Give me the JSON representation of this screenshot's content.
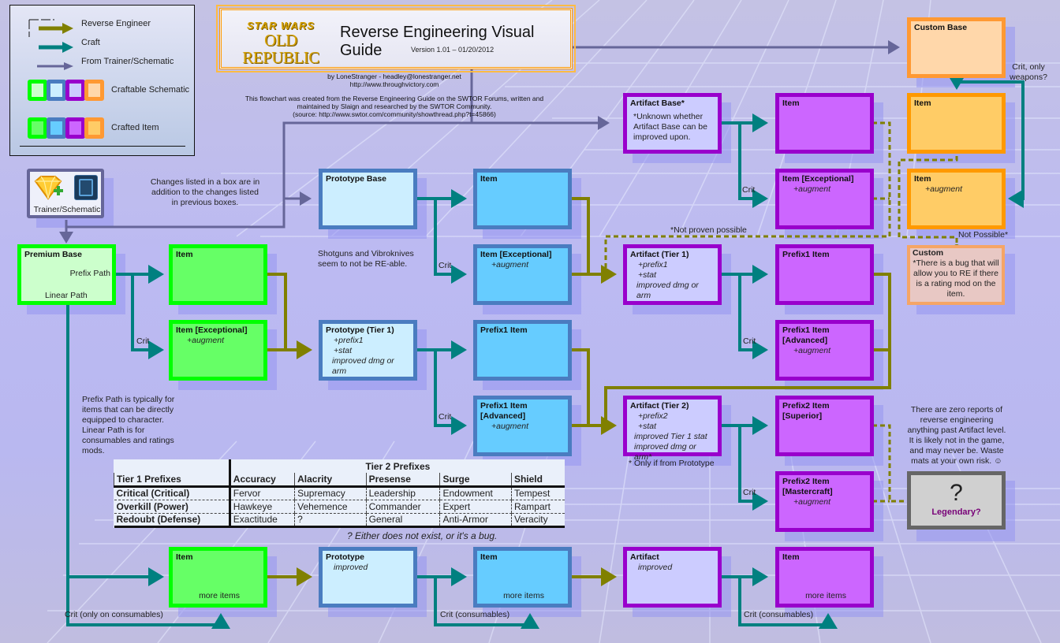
{
  "legend": {
    "items": [
      {
        "label": "Reverse Engineer",
        "color": "#808000"
      },
      {
        "label": "Craft",
        "color": "#008080"
      },
      {
        "label": "From Trainer/Schematic",
        "color": "#666699"
      }
    ],
    "craftable_schematic": "Craftable Schematic",
    "crafted_item": "Crafted Item",
    "tier_colors": {
      "green": {
        "border": "#00ff00",
        "schematic": "#ccffcc",
        "item": "#66ff66"
      },
      "blue": {
        "border": "#4a7cc0",
        "schematic": "#cceeff",
        "item": "#66ccff"
      },
      "purple": {
        "border": "#9900cc",
        "schematic": "#ccccff",
        "item": "#cc66ff"
      },
      "orange": {
        "border": "#ff9933",
        "schematic": "#ffd7aa",
        "item": "#ffcc66"
      }
    }
  },
  "header": {
    "logo_top": "STAR WARS",
    "logo_bottom": "OLD REPUBLIC",
    "title": "Reverse Engineering Visual Guide",
    "version": "Version 1.01 – 01/20/2012",
    "credits_1": "by LoneStranger - headley@lonestranger.net",
    "credits_2": "http://www.throughvictory.com",
    "source_1": "This flowchart was created from the Reverse Engineering Guide on the SWTOR Forums, written and",
    "source_2": "maintained by Slaign and researched by the SWTOR Community.",
    "source_3": "(source: http://www.swtor.com/community/showthread.php?t=45866)"
  },
  "trainer": {
    "label": "Trainer/Schematic"
  },
  "notes": {
    "changes": "Changes listed in a box are in addition to the changes listed in previous boxes.",
    "shotguns": "Shotguns and Vibroknives seem to not be RE-able.",
    "paths": "Prefix Path is typically for items that can be directly equipped to character. Linear Path is for consumables and ratings mods.",
    "not_proven": "*Not proven possible",
    "only_prototype": "* Only if from Prototype",
    "not_possible": "Not Possible*",
    "crit_weapons": "Crit, only weapons?",
    "zero_reports": "There are zero reports of reverse engineering anything past Artifact level. It is likely not in the game, and may never be. Waste mats at your own risk. ☺"
  },
  "edge_labels": {
    "crit": "Crit",
    "crit_consumables_only": "Crit (only on consumables)",
    "crit_consumables": "Crit (consumables)"
  },
  "nodes": {
    "premium_base": {
      "title": "Premium Base",
      "prefix_path": "Prefix Path",
      "linear_path": "Linear Path"
    },
    "green_item": {
      "title": "Item"
    },
    "green_exceptional": {
      "title": "Item [Exceptional]",
      "sub": "+augment"
    },
    "prototype_base": {
      "title": "Prototype Base"
    },
    "blue_item": {
      "title": "Item"
    },
    "blue_exceptional": {
      "title": "Item [Exceptional]",
      "sub": "+augment"
    },
    "prototype_t1": {
      "title": "Prototype (Tier 1)",
      "lines": [
        "+prefix1",
        "+stat",
        "improved dmg or arm"
      ]
    },
    "blue_prefix1": {
      "title": "Prefix1 Item"
    },
    "blue_prefix1_adv": {
      "title": "Prefix1 Item",
      "title2": "[Advanced]",
      "sub": "+augment"
    },
    "artifact_base": {
      "title": "Artifact Base*",
      "note": "*Unknown whether Artifact Base can be improved upon."
    },
    "purple_item": {
      "title": "Item"
    },
    "purple_exceptional": {
      "title": "Item [Exceptional]",
      "sub": "+augment"
    },
    "artifact_t1": {
      "title": "Artifact (Tier 1)",
      "lines": [
        "+prefix1",
        "+stat",
        "improved dmg or arm"
      ]
    },
    "purple_prefix1": {
      "title": "Prefix1 Item"
    },
    "purple_prefix1_adv": {
      "title": "Prefix1 Item",
      "title2": "[Advanced]",
      "sub": "+augment"
    },
    "artifact_t2": {
      "title": "Artifact (Tier 2)",
      "lines": [
        "+prefix2",
        "+stat",
        "improved Tier 1 stat",
        "improved dmg or arm*"
      ]
    },
    "prefix2_superior": {
      "title": "Prefix2 Item",
      "title2": "[Superior]"
    },
    "prefix2_mastercraft": {
      "title": "Prefix2 Item",
      "title2": "[Mastercraft]",
      "sub": "+augment"
    },
    "custom_base": {
      "title": "Custom Base"
    },
    "orange_item": {
      "title": "Item"
    },
    "orange_augment": {
      "title": "Item",
      "sub": "+augment"
    },
    "custom": {
      "title": "Custom",
      "note": "*There is a bug that will allow you to RE if there is a rating mod on the item."
    },
    "legendary": {
      "mark": "?",
      "title": "Legendary?"
    },
    "linear_green_item": {
      "title": "Item",
      "more": "more items"
    },
    "linear_prototype": {
      "title": "Prototype",
      "sub": "improved"
    },
    "linear_blue_item": {
      "title": "Item",
      "more": "more items"
    },
    "linear_artifact": {
      "title": "Artifact",
      "sub": "improved"
    },
    "linear_purple_item": {
      "title": "Item",
      "more": "more items"
    }
  },
  "prefix_table": {
    "group_header": "Tier 2 Prefixes",
    "row_header": "Tier 1 Prefixes",
    "columns": [
      "Accuracy",
      "Alacrity",
      "Presense",
      "Surge",
      "Shield"
    ],
    "rows": [
      {
        "tier1": "Critical (Critical)",
        "values": [
          "Fervor",
          "Supremacy",
          "Leadership",
          "Endowment",
          "Tempest"
        ]
      },
      {
        "tier1": "Overkill (Power)",
        "values": [
          "Hawkeye",
          "Vehemence",
          "Commander",
          "Expert",
          "Rampart"
        ]
      },
      {
        "tier1": "Redoubt (Defense)",
        "values": [
          "Exactitude",
          "?",
          "General",
          "Anti-Armor",
          "Veracity"
        ]
      }
    ],
    "footnote": "? Either does not exist, or it's a bug."
  }
}
